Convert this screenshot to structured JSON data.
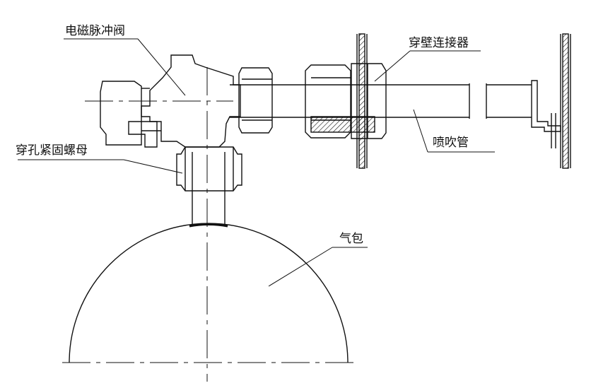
{
  "labels": {
    "valve": "电磁脉冲阀",
    "wall_connector": "穿壁连接器",
    "nozzle_pipe": "喷吹管",
    "lock_nut": "穿孔紧固螺母",
    "air_drum": "气包"
  },
  "colors": {
    "line": "#111111",
    "background": "#ffffff"
  }
}
